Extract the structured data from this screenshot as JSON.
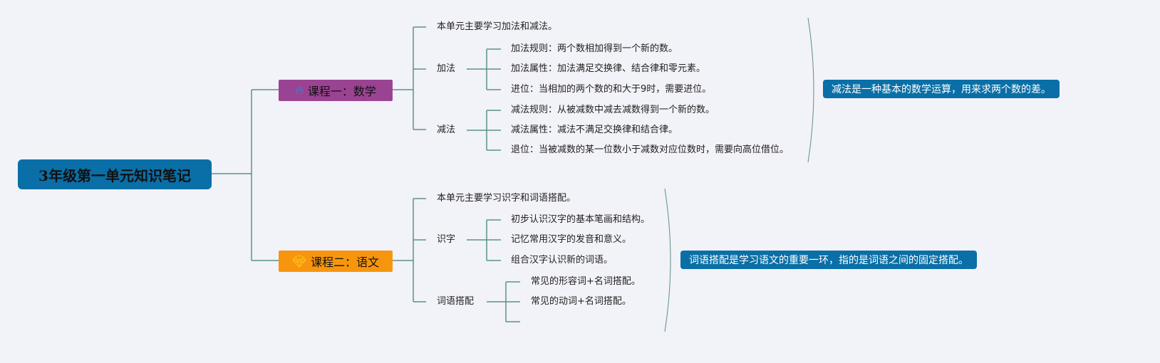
{
  "title": "3年级第一单元知识笔记",
  "courses": [
    {
      "label": "课程一：数学",
      "icon": "flame-icon",
      "color": "#9b4393",
      "intro": "本单元主要学习加法和减法。",
      "topics": [
        {
          "label": "加法",
          "items": [
            "加法规则：两个数相加得到一个新的数。",
            "加法属性：加法满足交换律、结合律和零元素。",
            "进位：当相加的两个数的和大于9时，需要进位。"
          ]
        },
        {
          "label": "减法",
          "items": [
            "减法规则：从被减数中减去减数得到一个新的数。",
            "减法属性：减法不满足交换律和结合律。",
            "退位：当被减数的某一位数小于减数对应位数时，需要向高位借位。"
          ]
        }
      ],
      "summary": "减法是一种基本的数学运算，用来求两个数的差。"
    },
    {
      "label": "课程二：语文",
      "icon": "diamond-icon",
      "color": "#f7960e",
      "intro": "本单元主要学习识字和词语搭配。",
      "topics": [
        {
          "label": "识字",
          "items": [
            "初步认识汉字的基本笔画和结构。",
            "记忆常用汉字的发音和意义。",
            "组合汉字认识新的词语。"
          ]
        },
        {
          "label": "词语搭配",
          "items": [
            "常见的形容词+名词搭配。",
            "常见的动词+名词搭配。"
          ]
        }
      ],
      "summary": "词语搭配是学习语文的重要一环，指的是词语之间的固定搭配。"
    }
  ]
}
